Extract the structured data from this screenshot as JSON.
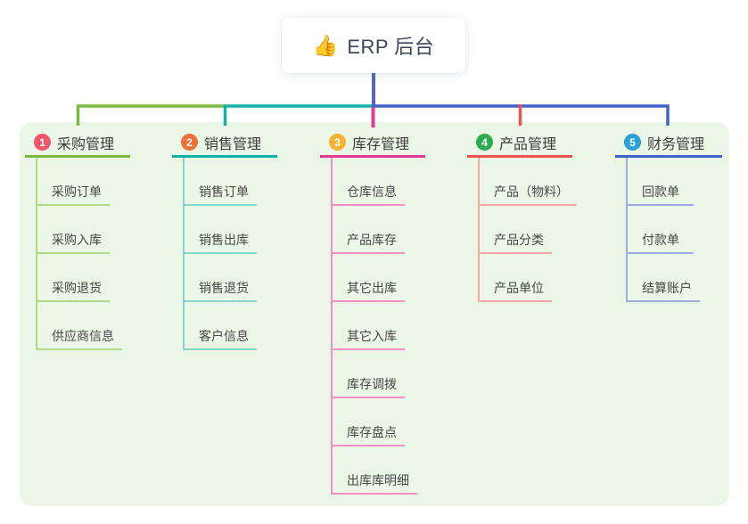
{
  "root": {
    "emoji": "👍",
    "title": "ERP 后台"
  },
  "colors": {
    "panel_bg": "#ebf7e6",
    "root_line": "#5563c8",
    "green": "#7cb93f",
    "teal": "#13b1a7",
    "magenta": "#e23b97",
    "red": "#ef5350",
    "blue": "#4263c7"
  },
  "branches": [
    {
      "badge": "1",
      "label": "采购管理",
      "accent": "#7cb93f",
      "light": "#b2d88a",
      "badge_color": "#f2566b",
      "children": [
        "采购订单",
        "采购入库",
        "采购退货",
        "供应商信息"
      ]
    },
    {
      "badge": "2",
      "label": "销售管理",
      "accent": "#13b1a7",
      "light": "#82d4cc",
      "badge_color": "#f07137",
      "children": [
        "销售订单",
        "销售出库",
        "销售退货",
        "客户信息"
      ]
    },
    {
      "badge": "3",
      "label": "库存管理",
      "accent": "#e23b97",
      "light": "#f290c3",
      "badge_color": "#f9b233",
      "children": [
        "仓库信息",
        "产品库存",
        "其它出库",
        "其它入库",
        "库存调拨",
        "库存盘点",
        "出库库明细"
      ]
    },
    {
      "badge": "4",
      "label": "产品管理",
      "accent": "#ef5350",
      "light": "#f8a8a4",
      "badge_color": "#2eac50",
      "children": [
        "产品（物料）",
        "产品分类",
        "产品单位"
      ]
    },
    {
      "badge": "5",
      "label": "财务管理",
      "accent": "#4263c7",
      "light": "#9cabdf",
      "badge_color": "#2aa0d8",
      "children": [
        "回款单",
        "付款单",
        "结算账户"
      ]
    }
  ]
}
